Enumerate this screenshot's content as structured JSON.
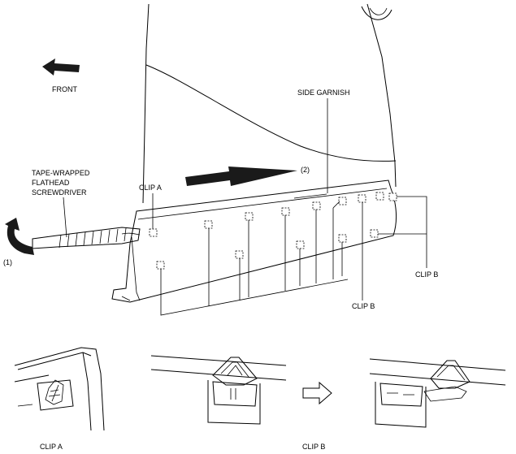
{
  "labels": {
    "front": "FRONT",
    "side_garnish": "SIDE GARNISH",
    "tool_line1": "TAPE-WRAPPED",
    "tool_line2": "FLATHEAD",
    "tool_line3": "SCREWDRIVER",
    "step1": "(1)",
    "step2": "(2)",
    "clip_a_top": "CLIP A",
    "clip_b_right": "CLIP B",
    "clip_b_mid": "CLIP B",
    "clip_a_bottom": "CLIP A",
    "clip_b_bottom": "CLIP B"
  },
  "icons": {
    "front_arrow": "front-direction-arrow-icon",
    "slide_arrow": "slide-direction-arrow-icon",
    "rotate_arrow": "rotate-arrow-icon",
    "process_arrow": "outline-right-arrow-icon"
  },
  "colors": {
    "ink": "#000000",
    "background": "#ffffff",
    "arrow_fill": "#1a1a1a"
  }
}
